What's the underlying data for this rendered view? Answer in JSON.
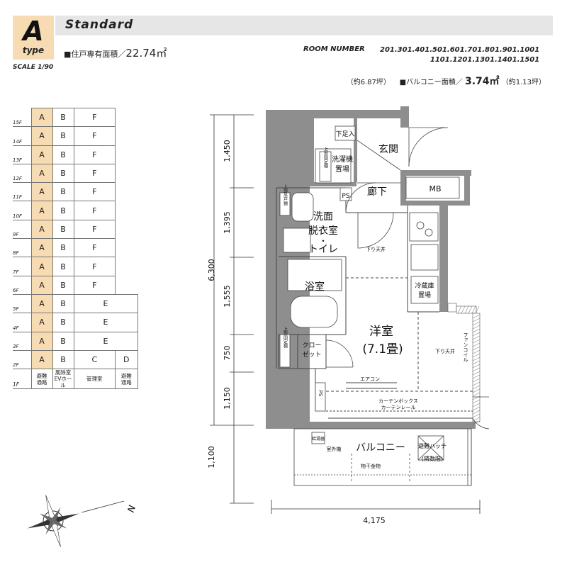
{
  "header": {
    "type_letter": "A",
    "type_word": "type",
    "scale": "SCALE 1/90",
    "plan_name": "Standard",
    "area_label": "■住戸専有面積／",
    "area_value": "22.74㎡",
    "room_number_label": "ROOM NUMBER",
    "room_numbers_line1": "201.301.401.501.601.701.801.901.1001",
    "room_numbers_line2": "1101.1201.1301.1401.1501",
    "tsubo": "（約6.87坪）",
    "balcony_label": "■バルコニー面積／",
    "balcony_value": "3.74㎡",
    "balcony_tsubo": "（約1.13坪）"
  },
  "floors": [
    {
      "floor": "15F",
      "cells": [
        "A",
        "B",
        "F"
      ]
    },
    {
      "floor": "14F",
      "cells": [
        "A",
        "B",
        "F"
      ]
    },
    {
      "floor": "13F",
      "cells": [
        "A",
        "B",
        "F"
      ]
    },
    {
      "floor": "12F",
      "cells": [
        "A",
        "B",
        "F"
      ]
    },
    {
      "floor": "11F",
      "cells": [
        "A",
        "B",
        "F"
      ]
    },
    {
      "floor": "10F",
      "cells": [
        "A",
        "B",
        "F"
      ]
    },
    {
      "floor": "9F",
      "cells": [
        "A",
        "B",
        "F"
      ]
    },
    {
      "floor": "8F",
      "cells": [
        "A",
        "B",
        "F"
      ]
    },
    {
      "floor": "7F",
      "cells": [
        "A",
        "B",
        "F"
      ]
    },
    {
      "floor": "6F",
      "cells": [
        "A",
        "B",
        "F"
      ]
    },
    {
      "floor": "5F",
      "cells": [
        "A",
        "B",
        "E"
      ]
    },
    {
      "floor": "4F",
      "cells": [
        "A",
        "B",
        "E"
      ]
    },
    {
      "floor": "3F",
      "cells": [
        "A",
        "B",
        "E"
      ]
    },
    {
      "floor": "2F",
      "cells": [
        "A",
        "B",
        "C",
        "D"
      ]
    }
  ],
  "floor_1f": {
    "floor": "1F",
    "cells": [
      "避難\n通路",
      "風除室\nEVホール",
      "管理室",
      "避難\n通路"
    ]
  },
  "dimensions": {
    "total_height": "6,300",
    "segments": [
      "1,450",
      "1,395",
      "1,555",
      "750",
      "1,150",
      "1,100"
    ],
    "width": "4,175"
  },
  "rooms": {
    "genkan": "玄関",
    "shitaashiire": "下足入",
    "sentakuki": [
      "洗濯機",
      "置場"
    ],
    "joubu_kotei_dana": [
      "上部固定棚"
    ],
    "ps": "PS",
    "rouka": "廊下",
    "mb": "MB",
    "senmen": [
      "洗面",
      "脱衣室",
      "・",
      "トイレ"
    ],
    "joubu_dana": "上部吊戸棚",
    "sagari_tenjou": "下り天井",
    "yokushitsu": "浴室",
    "reizouko": [
      "冷蔵庫",
      "置場"
    ],
    "youshitsu": [
      "洋室",
      "(7.1畳)"
    ],
    "closet": [
      "クロー",
      "ゼット"
    ],
    "closet_shelf": "上部固定棚",
    "sagari_tenjou2": "下り天井",
    "fan_coil": "ファンコイル",
    "aircon": "エアコン",
    "curtain_box": "カーテンボックス",
    "curtain_rail": "カーテンレール",
    "ps2": "PS",
    "balcony": "バルコニー",
    "kyuutou": "給湯器",
    "shitsugaiki": "室外機",
    "monohoshi": "物干金物",
    "hinan_hatch": [
      "避難ハッチ",
      "(隣数階)"
    ]
  },
  "compass": {
    "north": "N"
  }
}
